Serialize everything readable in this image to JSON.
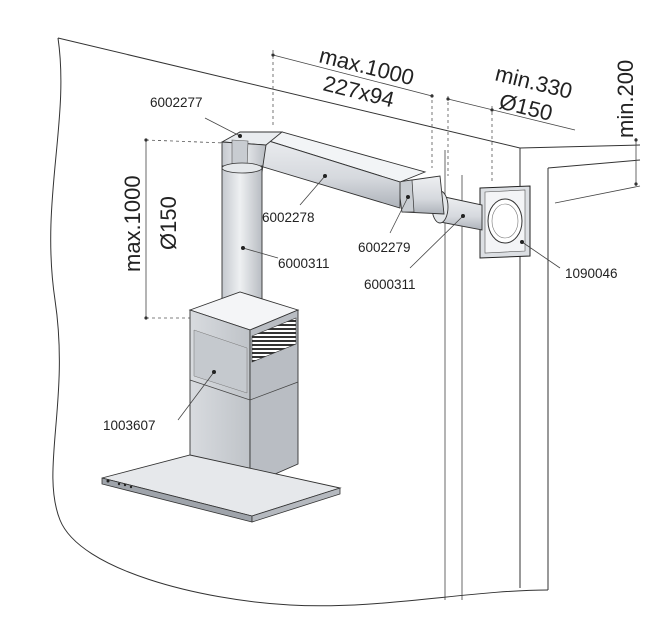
{
  "dimensions": {
    "horizontal_length": "max.1000",
    "horizontal_section": "227x94",
    "vertical_length": "max.1000",
    "vertical_diameter": "Ø150",
    "wall_offset": "min.330",
    "wall_diameter": "Ø150",
    "ceiling_gap": "min.200"
  },
  "parts": {
    "connector_left": "6002277",
    "flat_duct": "6002278",
    "connector_right": "6002279",
    "round_pipe_vertical": "6000311",
    "round_pipe_horizontal": "6000311",
    "wall_outlet": "1090046",
    "chimney_cover": "1003607"
  },
  "colors": {
    "duct": "#dfe3e8",
    "duct_shadow": "#b9bec5",
    "chimney": "#d0d3d7",
    "hood": "#c9ccd0"
  }
}
